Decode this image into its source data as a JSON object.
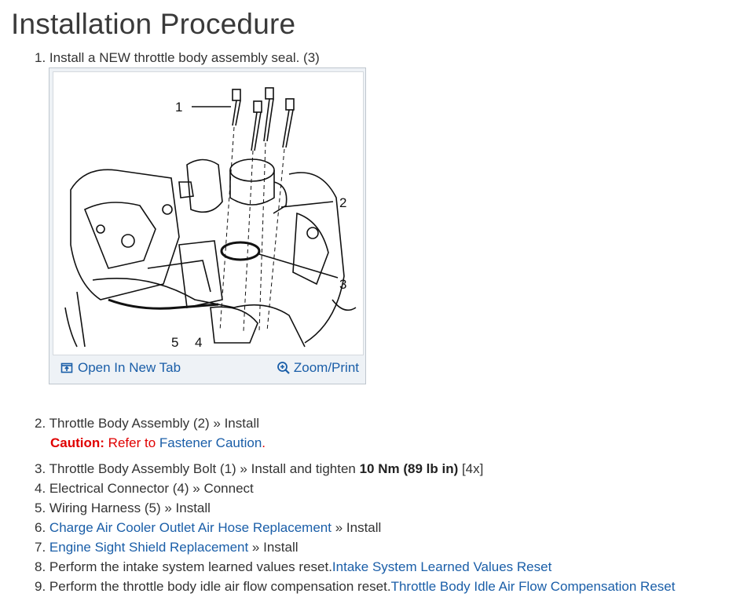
{
  "title": "Installation Procedure",
  "step1": {
    "num": "1.",
    "text": "Install a NEW throttle body assembly seal. (3)"
  },
  "figure": {
    "callouts": {
      "c1": "1",
      "c2": "2",
      "c3": "3",
      "c4": "4",
      "c5": "5"
    },
    "open_tab_label": "Open In New Tab",
    "zoom_label": "Zoom/Print"
  },
  "step2": {
    "num": "2.",
    "text": "Throttle Body Assembly (2) » Install",
    "caution_label": "Caution:",
    "caution_text": "Refer to ",
    "caution_link": "Fastener Caution",
    "caution_end": "."
  },
  "step3": {
    "num": "3.",
    "pre": "Throttle Body Assembly Bolt (1) » Install and tighten ",
    "bold": "10 Nm (89 lb in)",
    "post": " [4x]"
  },
  "step4": {
    "num": "4.",
    "text": "Electrical Connector (4) » Connect"
  },
  "step5": {
    "num": "5.",
    "text": "Wiring Harness (5) » Install"
  },
  "step6": {
    "num": "6.",
    "link": "Charge Air Cooler Outlet Air Hose Replacement",
    "post": " » Install"
  },
  "step7": {
    "num": "7.",
    "link": "Engine Sight Shield Replacement",
    "post": " » Install"
  },
  "step8": {
    "num": "8.",
    "pre": "Perform the intake system learned values reset.",
    "link": "Intake System Learned Values Reset"
  },
  "step9": {
    "num": "9.",
    "pre": "Perform the throttle body idle air flow compensation reset.",
    "link": "Throttle Body Idle Air Flow Compensation Reset"
  }
}
